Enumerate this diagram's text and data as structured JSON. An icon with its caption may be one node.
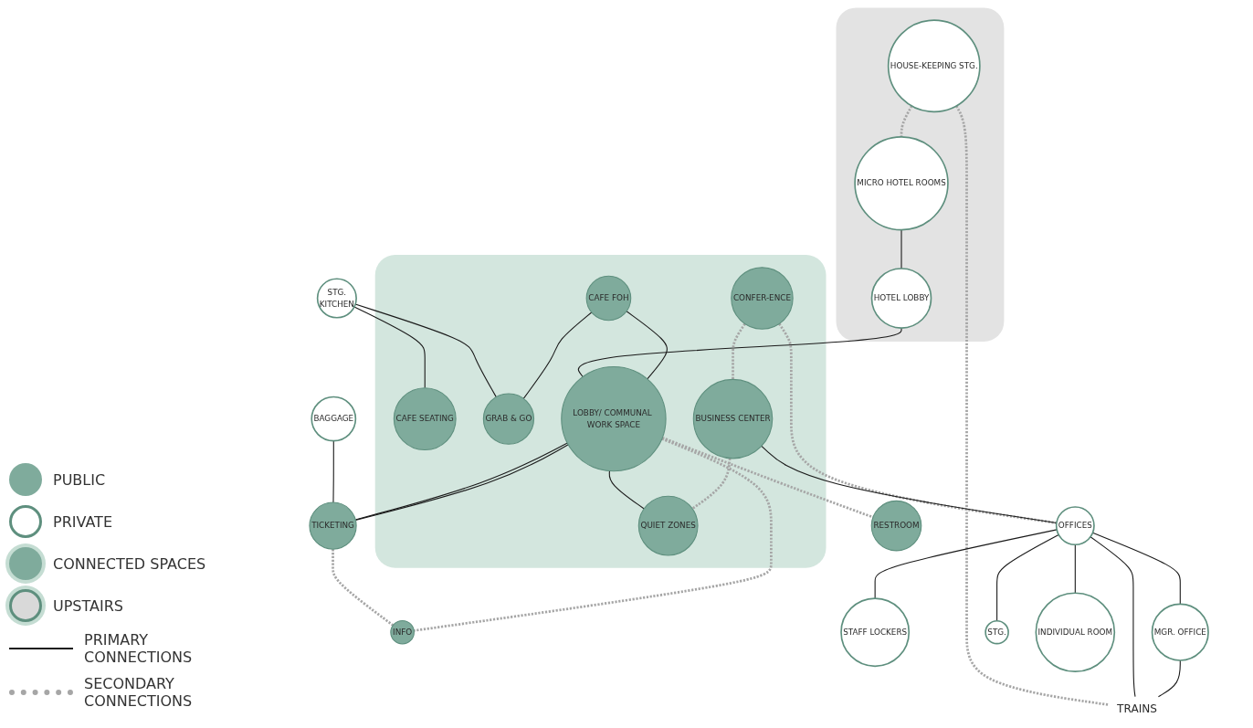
{
  "diagram": {
    "nodes": [
      {
        "text": [],
        "shape": "cloud"
      },
      {
        "text": [
          "HOUSE-KEEPING STG."
        ],
        "in": 0
      },
      {
        "text": [
          "MICRO HOTEL ROOMS"
        ],
        "in": 0
      },
      {
        "text": [
          "HOTEL LOBBY"
        ],
        "in": 0
      },
      {
        "text": [
          "STG.",
          "KITCHEN"
        ]
      },
      {
        "text": [],
        "shape": "cloud"
      },
      {
        "text": [
          "CAFE SEATING"
        ],
        "in": 5
      },
      {
        "text": [
          "CAFE FOH"
        ],
        "in": 5
      },
      {
        "text": [
          "RESTROOM"
        ]
      },
      {
        "text": [
          "GRAB & GO"
        ],
        "in": 5
      },
      {
        "text": [
          "LOBBY/ COMMUNAL WORK SPACE"
        ],
        "in": 5
      },
      {
        "text": [
          "BAGGAGE"
        ]
      },
      {
        "text": [
          "TICKETING"
        ]
      },
      {
        "text": [
          "INFO"
        ]
      },
      {
        "text": [
          "CONFER-ENCE"
        ],
        "in": 5
      },
      {
        "text": [
          "BUSINESS CENTER"
        ],
        "in": 5
      },
      {
        "text": [
          "QUIET ZONES"
        ],
        "in": 5
      },
      {
        "text": [
          "OFFICES"
        ]
      },
      {
        "text": [
          "STAFF LOCKERS"
        ]
      },
      {
        "text": [
          "MGR. OFFICE"
        ]
      },
      {
        "text": [
          "STG."
        ]
      },
      {
        "text": [
          "INDIVIDUAL ROOM"
        ]
      },
      {
        "text": [
          "TRAINS"
        ]
      }
    ],
    "edges": [
      {
        "from": 1,
        "to": 2,
        "arrow": "none",
        "style": "dashed",
        "color": "#a6a6a6"
      },
      {
        "from": 1,
        "to": 22,
        "arrow": "none",
        "style": "dashed",
        "color": "#a6a6a6"
      },
      {
        "from": 2,
        "to": 3,
        "arrow": "none"
      },
      {
        "from": 3,
        "to": 10,
        "arrow": "none"
      },
      {
        "from": 4,
        "to": 6,
        "arrow": "none"
      },
      {
        "from": 4,
        "to": 9,
        "arrow": "none"
      },
      {
        "from": 7,
        "to": 9,
        "arrow": "none"
      },
      {
        "from": 7,
        "to": 10,
        "arrow": "none"
      },
      {
        "from": 8,
        "to": 10,
        "arrow": "none",
        "style": "dashed",
        "color": "#a6a6a6"
      },
      {
        "from": 11,
        "to": 12,
        "arrow": "none"
      },
      {
        "from": 12,
        "to": 10,
        "arrow": "none"
      },
      {
        "from": 12,
        "to": 10,
        "arrow": "none"
      },
      {
        "from": 12,
        "to": 13,
        "arrow": "none",
        "style": "dashed",
        "color": "#a6a6a6"
      },
      {
        "from": 13,
        "to": 10,
        "arrow": "none",
        "style": "dashed",
        "color": "#a6a6a6"
      },
      {
        "from": 10,
        "to": 16,
        "arrow": "none"
      },
      {
        "from": 14,
        "to": 15,
        "arrow": "none",
        "style": "dashed",
        "color": "#a6a6a6"
      },
      {
        "from": 15,
        "to": 16,
        "arrow": "none",
        "style": "dashed",
        "color": "#a6a6a6"
      },
      {
        "from": 14,
        "to": 17,
        "arrow": "none",
        "style": "dashed",
        "color": "#a6a6a6"
      },
      {
        "from": 15,
        "to": 17,
        "arrow": "none"
      },
      {
        "from": 17,
        "to": 18,
        "arrow": "none"
      },
      {
        "from": 17,
        "to": 19,
        "arrow": "none"
      },
      {
        "from": 17,
        "to": 20,
        "arrow": "none"
      },
      {
        "from": 17,
        "to": 21,
        "arrow": "none"
      },
      {
        "from": 17,
        "to": 22,
        "arrow": "none"
      },
      {
        "from": 19,
        "to": 22,
        "arrow": "none"
      }
    ],
    "legend": [
      {
        "text": "PUBLIC",
        "color": "#7fab9c"
      },
      {
        "text": "PRIVATE"
      },
      {
        "text": "CONNECTED SPACES"
      },
      {
        "text": "UPSTAIRS"
      },
      {
        "text": "PRIMARY CONNECTIONS"
      },
      {
        "text": "SECONDARY CONNECTIONS"
      }
    ]
  }
}
